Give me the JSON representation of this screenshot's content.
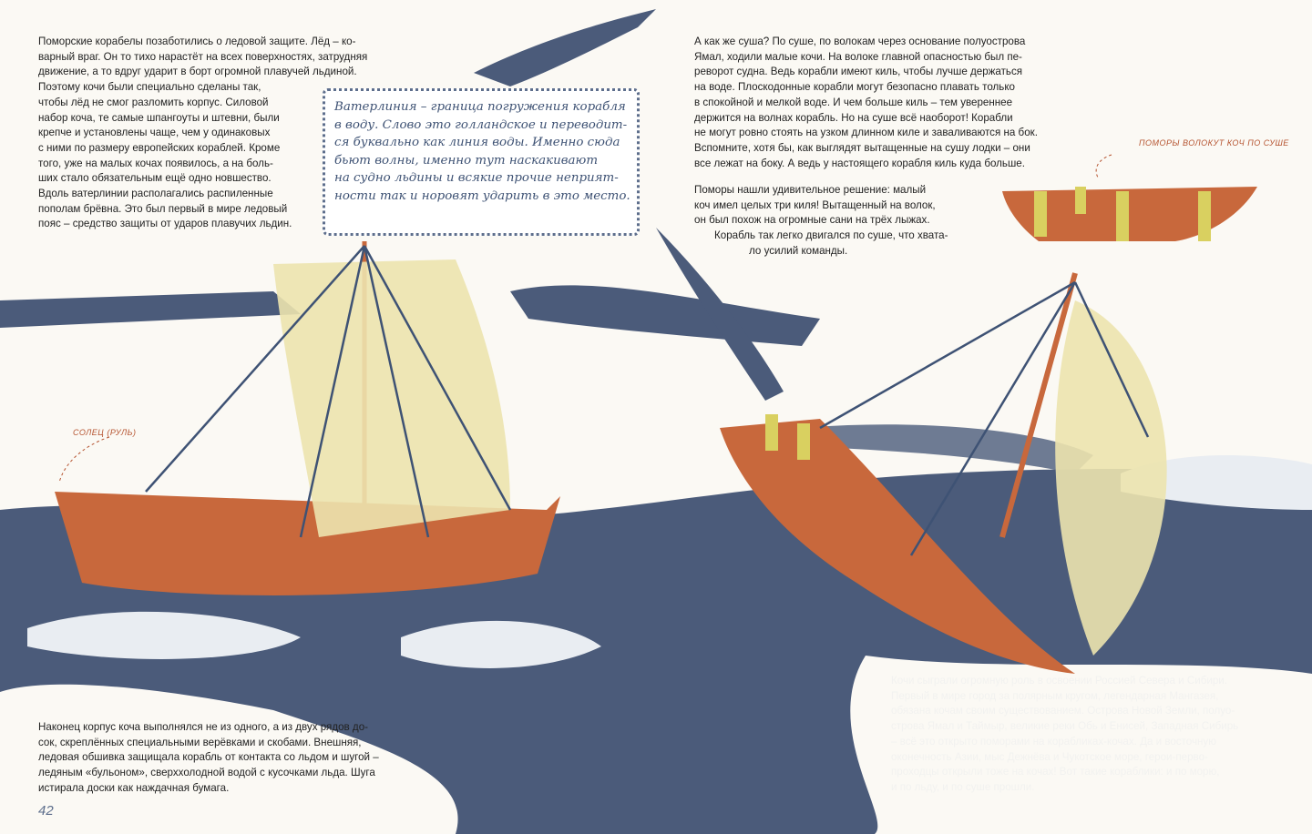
{
  "left_page": {
    "intro_lines": [
      "Поморские корабелы позаботились о ледовой защите. Лёд – ко-",
      "варный враг. Он то тихо нарастёт на всех поверхностях, затрудняя",
      "движение, а то вдруг ударит в борт огромной плавучей льдиной.",
      "Поэтому кочи были специально сделаны так,",
      "чтобы лёд не смог разломить корпус. Силовой",
      "набор коча, те самые шпангоуты и штевни, были",
      "крепче и установлены чаще, чем у одинаковых",
      "с ними по размеру европейских кораблей. Кроме",
      "того, уже на малых кочах появилось, а на боль-",
      "ших стало обязательным ещё одно новшество.",
      "Вдоль ватерлинии располагались распиленные",
      "пополам брёвна. Это был первый в мире ледовый",
      "пояс – средство защиты от ударов плавучих льдин."
    ],
    "callout_lines": [
      "Ватерлиния – граница погружения корабля",
      "в воду. Слово это голландское и переводит-",
      "ся буквально как линия воды. Именно сюда",
      "бьют волны, именно тут наскакивают",
      "на судно льдины и всякие прочие неприят-",
      "ности так и норовят ударить в это место."
    ],
    "rudder_label": "СОЛЕЦ (РУЛЬ)",
    "bottom_lines": [
      "Наконец корпус коча выполнялся не из одного, а из двух рядов до-",
      "сок, скреплённых специальными верёвками и скобами. Внешняя,",
      "ледовая обшивка защищала корабль от контакта со льдом и шугой –",
      "ледяным «бульоном», сверххолодной водой с кусочками льда. Шуга",
      "истирала доски как наждачная бумага."
    ],
    "page_number": "42"
  },
  "right_page": {
    "land_lines": [
      "А как же суша? По суше, по волокам через основание полуострова",
      "Ямал, ходили малые кочи. На волоке главной опасностью был пе-",
      "реворот судна. Ведь корабли имеют киль, чтобы лучше держаться",
      "на воде. Плоскодонные корабли могут безопасно плавать только",
      "в спокойной и мелкой воде. И чем больше киль – тем увереннее",
      "держится на волнах корабль. Но на суше всё наоборот! Корабли",
      "не могут ровно стоять на узком длинном киле и заваливаются на бок.",
      "Вспомните, хотя бы, как выглядят вытащенные на сушу лодки – они",
      "все лежат на боку. А ведь у настоящего корабля киль куда больше."
    ],
    "solution_lines": [
      "Поморы нашли удивительное решение: малый",
      "коч имел целых три киля! Вытащенный на волок,",
      "он был похож на огромные сани на трёх лыжах.",
      "Корабль так легко двигался по суше, что хвата-",
      "ло усилий команды."
    ],
    "portage_label": "ПОМОРЫ ВОЛОКУТ КОЧ ПО СУШЕ",
    "bottom_lines": [
      "Кочи сыграли огромную роль в освоении Россией Севера и Сибири.",
      "Первый в мире город за полярным кругом, легендарная Мангазея,",
      "обязана кочам своим существованием. Острова Новой Земли, полуо-",
      "строва Ямал и Таймыр, великие реки Обь и Енисей, Западная Сибирь",
      "– всё это открыто поморами на корабликах-кочах. Да и восточную",
      "оконечность Азии, мыс Дежнёва и Чукотское море, герои-перво-",
      "проходцы открыли тоже на кочах! Вот такие кораблики: и по морю,",
      "и по льду, и по суше прошли."
    ]
  },
  "colors": {
    "sea": "#4b5b7a",
    "hull": "#c8683c",
    "sail": "#ece3ae",
    "text": "#222222",
    "accent": "#b5532f"
  }
}
